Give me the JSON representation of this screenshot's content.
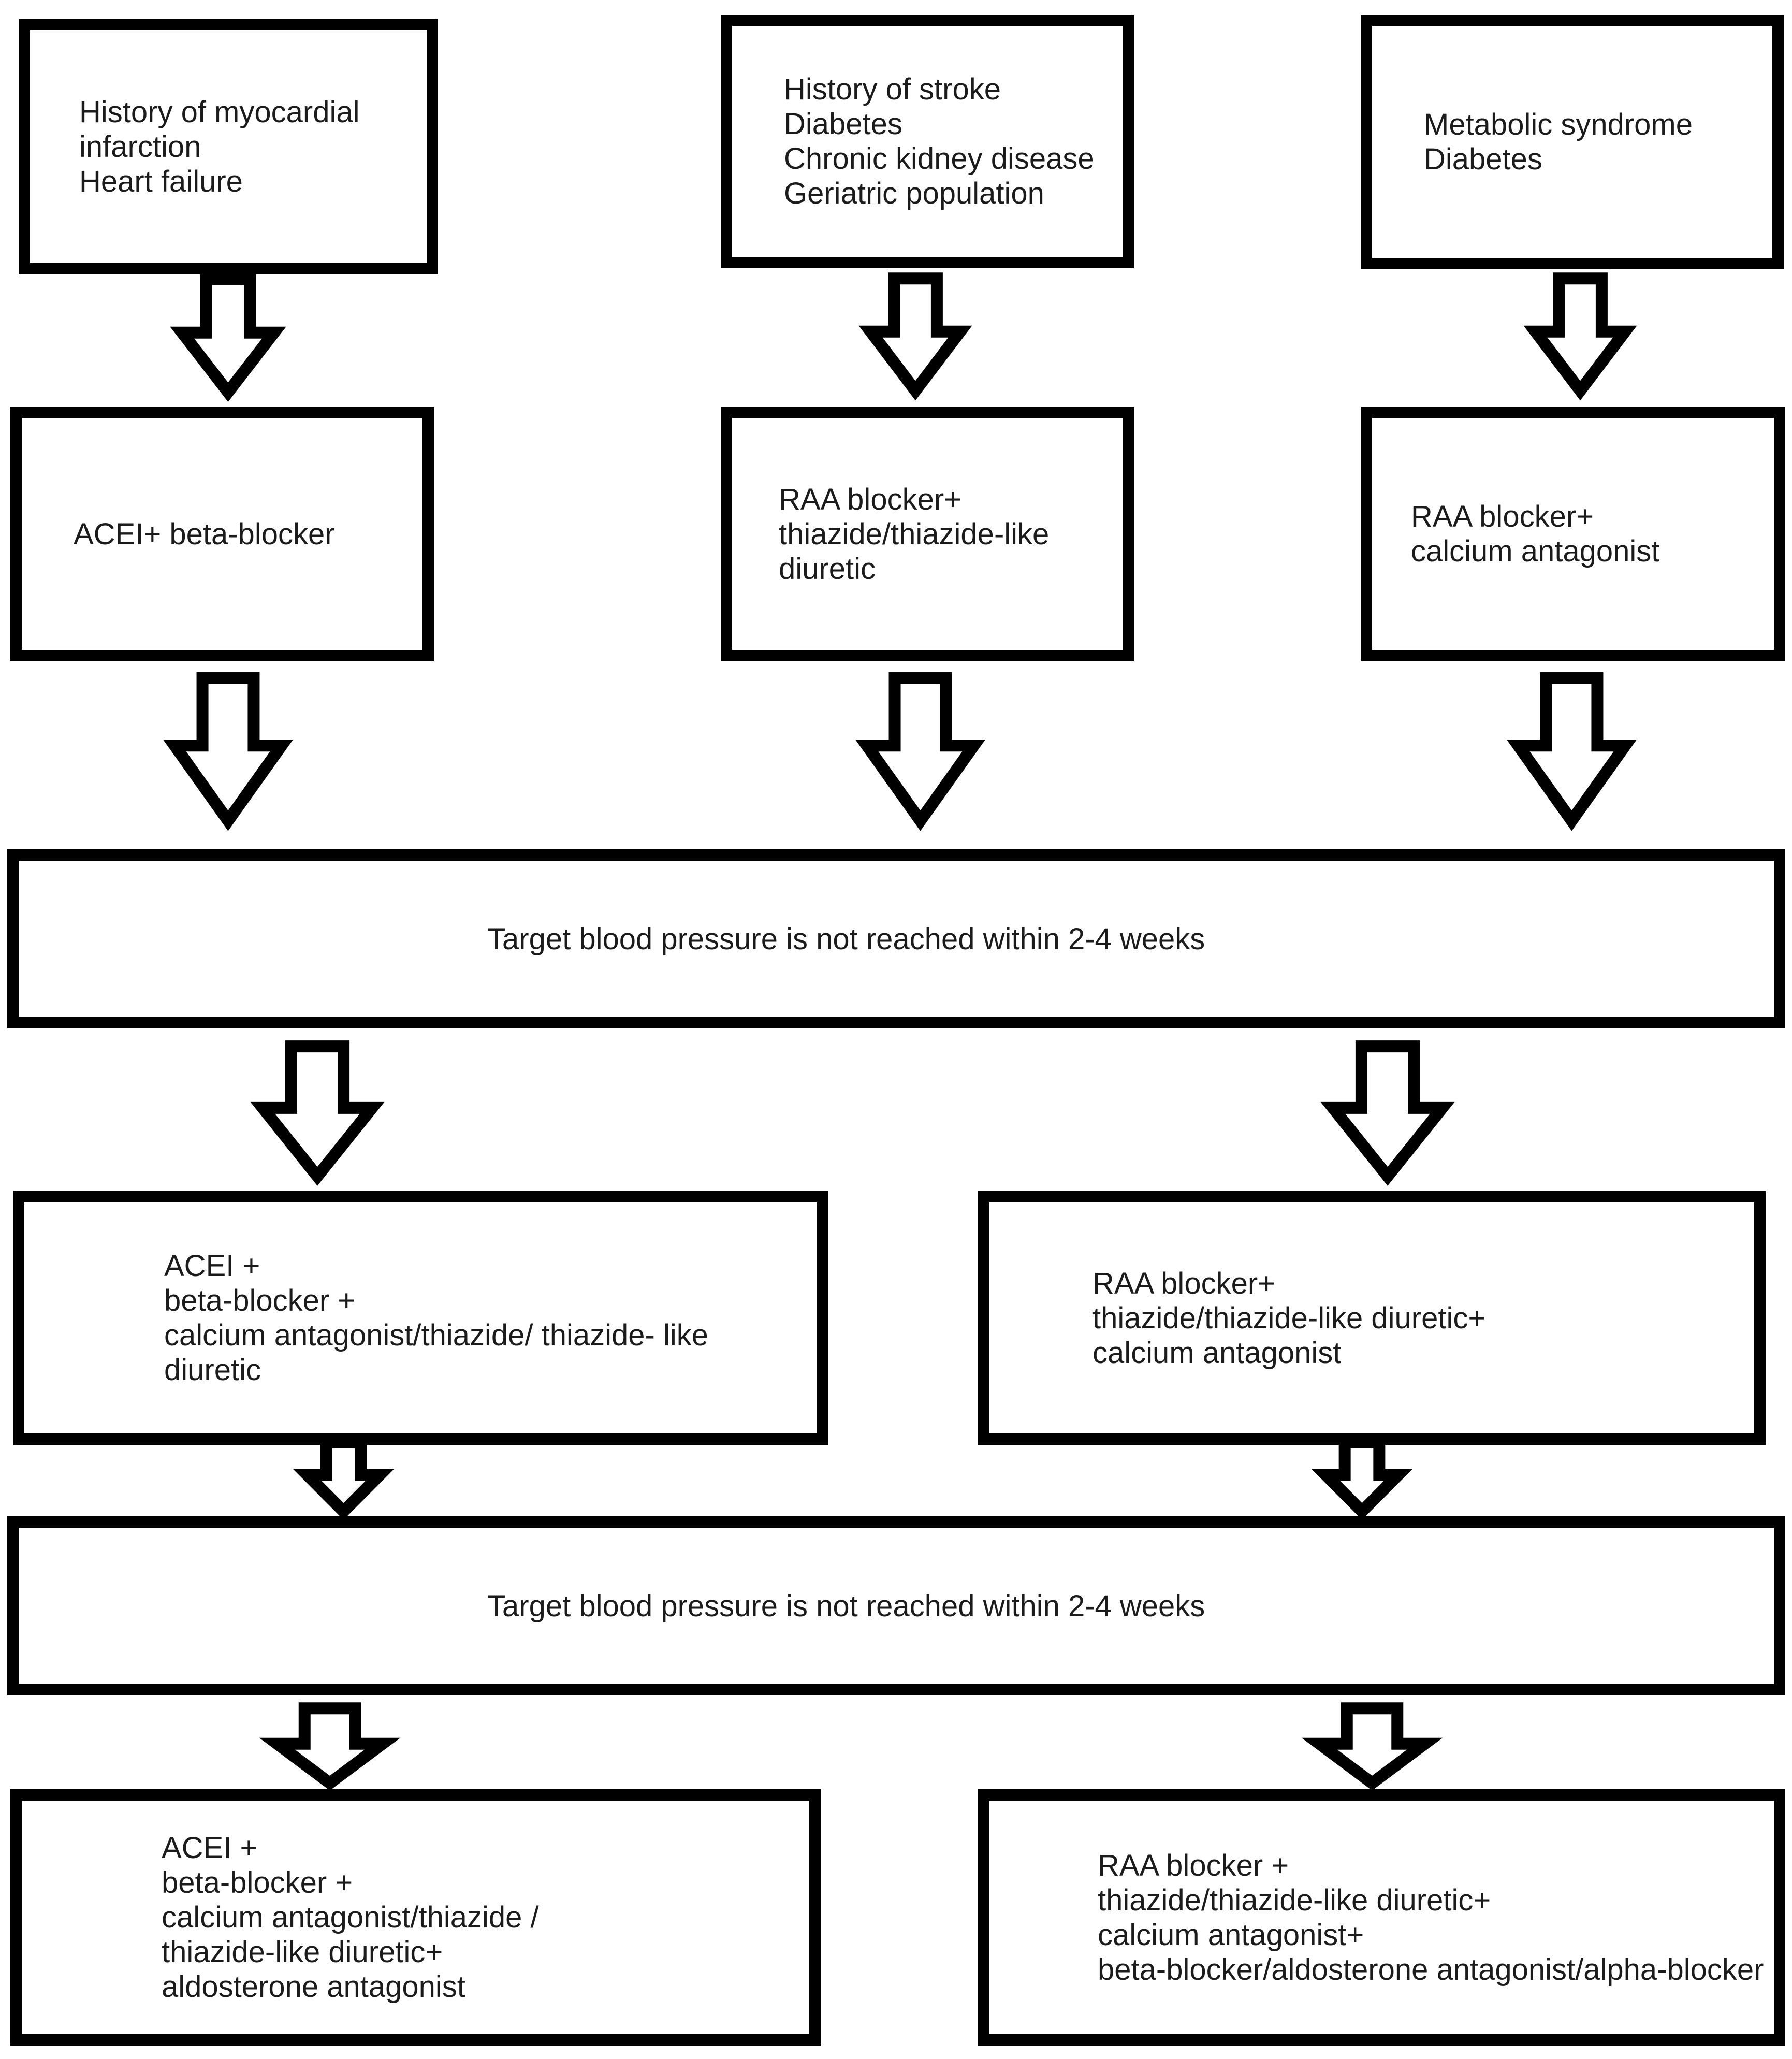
{
  "diagram": {
    "title": "Hypertension combination-therapy flowchart",
    "colors": {
      "background": "#ffffff",
      "line": "#000000",
      "text": "#1b1b1b"
    },
    "nodes": {
      "historyMi": {
        "lines": [
          "History of myocardial",
          "infarction",
          "Heart failure"
        ]
      },
      "historyStroke": {
        "lines": [
          "History of stroke",
          "Diabetes",
          "Chronic kidney disease",
          "Geriatric population"
        ]
      },
      "metabolic": {
        "lines": [
          "Metabolic syndrome",
          "Diabetes"
        ]
      },
      "aceiBb": {
        "lines": [
          "ACEI+ beta-blocker"
        ]
      },
      "raaThiazide": {
        "lines": [
          "RAA blocker+",
          "thiazide/thiazide-like",
          "diuretic"
        ]
      },
      "raaCalcium": {
        "lines": [
          "RAA blocker+",
          "calcium antagonist"
        ]
      },
      "target1": {
        "text": "Target blood pressure is not reached within 2-4 weeks"
      },
      "aceiTriple": {
        "lines": [
          "ACEI +",
          "beta-blocker +",
          "calcium antagonist/thiazide/ thiazide- like",
          "diuretic"
        ]
      },
      "raaTriple": {
        "lines": [
          "RAA blocker+",
          "thiazide/thiazide-like diuretic+",
          "calcium antagonist"
        ]
      },
      "target2": {
        "text": "Target blood pressure is not reached within 2-4 weeks"
      },
      "aceiQuad": {
        "lines": [
          "ACEI +",
          "beta-blocker +",
          "calcium antagonist/thiazide /",
          "thiazide-like diuretic+",
          "aldosterone antagonist"
        ]
      },
      "raaQuad": {
        "lines": [
          "RAA blocker +",
          "thiazide/thiazide-like diuretic+",
          "calcium antagonist+",
          "beta-blocker/aldosterone antagonist/alpha-blocker"
        ]
      }
    }
  }
}
